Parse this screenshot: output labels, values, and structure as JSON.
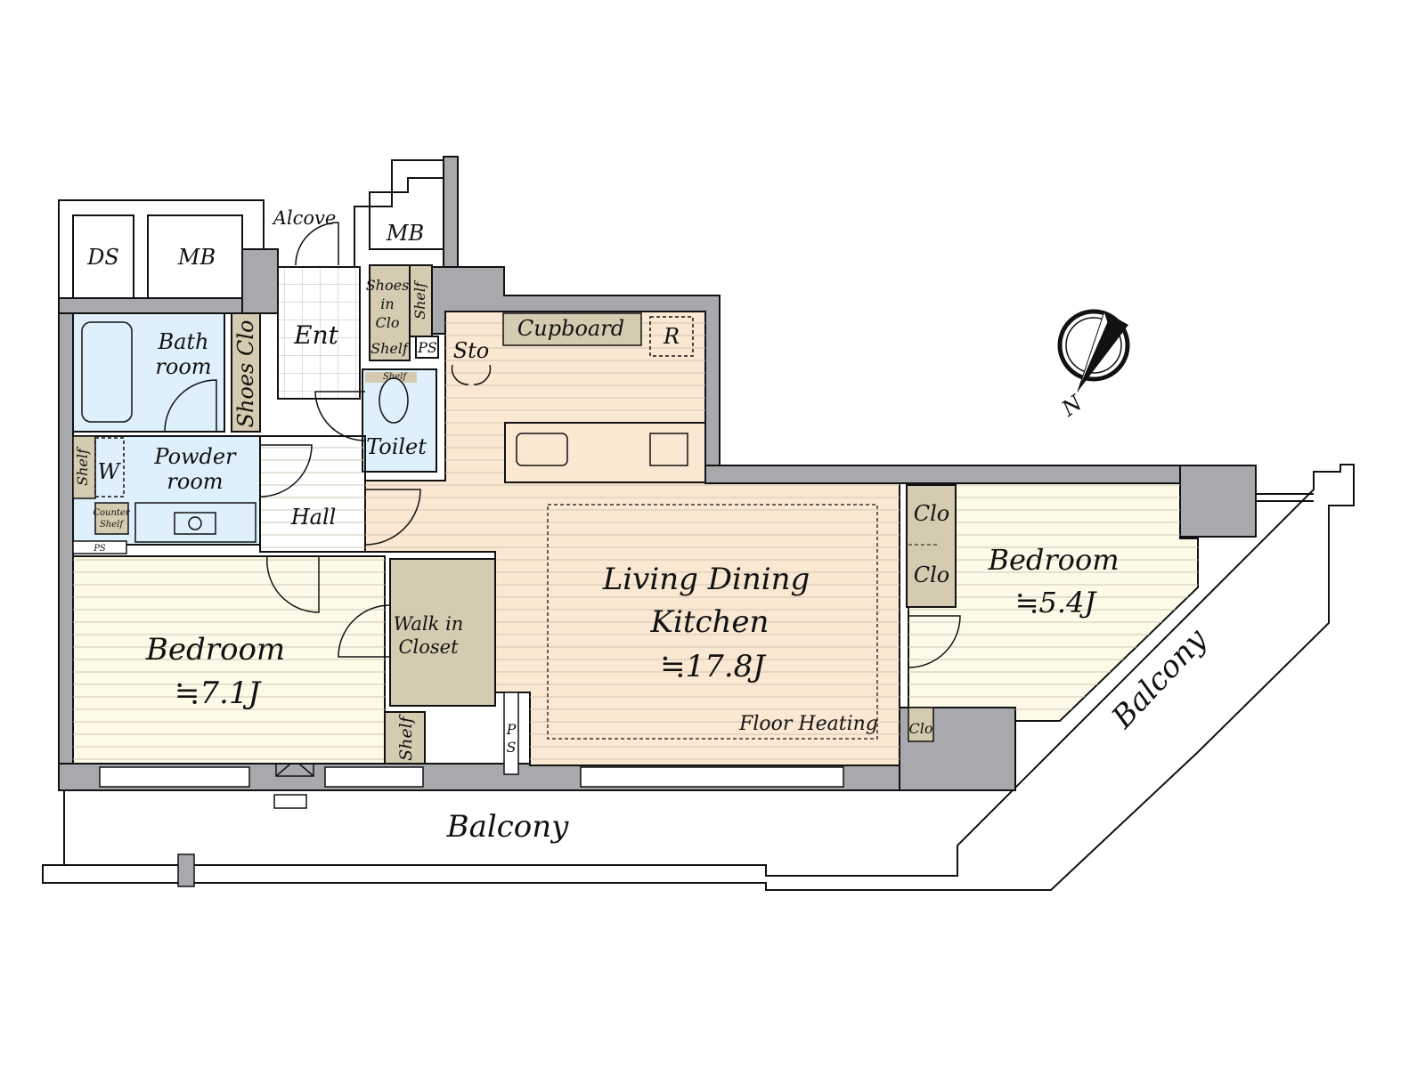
{
  "colors": {
    "wall": "#a7a9ac",
    "wet_room": "#def0fb",
    "storage": "#d5cbb0",
    "ldk": "#fbe8d2",
    "bedroom": "#fdfbe8",
    "outline": "#111111"
  },
  "compass": {
    "label": "N",
    "icon": "north-arrow-icon"
  },
  "rooms": {
    "ds": "DS",
    "mb_left": "MB",
    "alcove": "Alcove",
    "mb_right": "MB",
    "ent": "Ent",
    "bath": [
      "Bath",
      "room"
    ],
    "shoes_clo": "Shoes Clo",
    "shoes_in_clo": [
      "Shoes",
      "in",
      "Clo"
    ],
    "shelf_ent_top": "Shelf",
    "shelf_ent_bottom": "Shelf",
    "ps_top": "PS",
    "sto": "Sto",
    "toilet": "Toilet",
    "toilet_shelf": "Shelf",
    "cupboard": "Cupboard",
    "refrigerator": "R",
    "powder": [
      "Powder",
      "room"
    ],
    "powder_shelf": "Shelf",
    "washer": "W",
    "counter_shelf": [
      "Counter",
      "Shelf"
    ],
    "ps_left": "PS",
    "hall": "Hall",
    "ldk": [
      "Living Dining",
      "Kitchen",
      "≒17.8J"
    ],
    "floor_heating": "Floor Heating",
    "bedroom_left": [
      "Bedroom",
      "≒7.1J"
    ],
    "walk_in_closet": [
      "Walk in",
      "Closet"
    ],
    "shelf_bedroom": "Shelf",
    "ps_ldk": [
      "P",
      "S"
    ],
    "clo_top": "Clo",
    "clo_bottom": "Clo",
    "clo_small": "Clo",
    "bedroom_right": [
      "Bedroom",
      "≒5.4J"
    ],
    "balcony_bottom": "Balcony",
    "balcony_right": "Balcony"
  }
}
